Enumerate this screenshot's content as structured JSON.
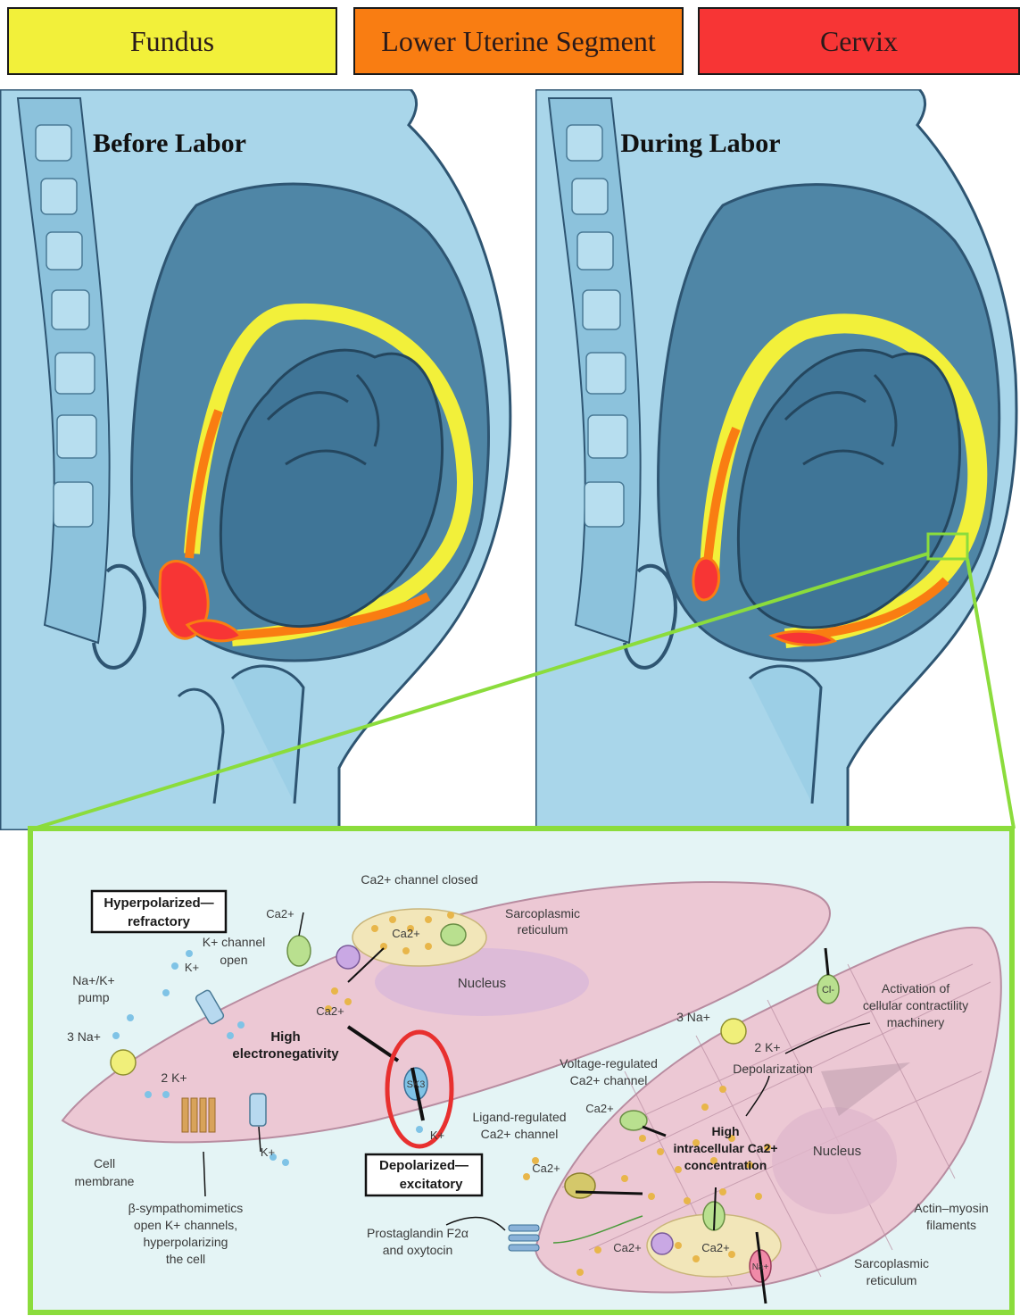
{
  "legend": {
    "fundus": "Fundus",
    "lower_uterine_segment": "Lower Uterine Segment",
    "cervix": "Cervix"
  },
  "colors": {
    "fundus": "#f2f03a",
    "lower_uterine_segment": "#f97d12",
    "cervix": "#f73535",
    "zoom_frame": "#8bdc3c",
    "sk3_highlight": "#e8302f"
  },
  "panels": {
    "before": "Before Labor",
    "during": "During Labor"
  },
  "inset": {
    "ca_channel_closed": "Ca2+ channel closed",
    "hyperpolarized_1": "Hyperpolarized—",
    "hyperpolarized_2": "refractory",
    "ca_top": "Ca2+",
    "ca_sr": "Ca2+",
    "sarcoplasmic_1": "Sarcoplasmic",
    "sarcoplasmic_2": "reticulum",
    "k_channel_1": "K+ channel",
    "k_channel_2": "open",
    "k_plus_1": "K+",
    "nak_pump_1": "Na+/K+",
    "nak_pump_2": "pump",
    "three_na_left": "3 Na+",
    "two_k_left": "2 K+",
    "high_electro_1": "High",
    "high_electro_2": "electronegativity",
    "nucleus_left": "Nucleus",
    "ca_mid": "Ca2+",
    "sk3": "SK3",
    "k_sk3": "K+",
    "k_plus_2": "K+",
    "cell_membrane_1": "Cell",
    "cell_membrane_2": "membrane",
    "beta_1": "β-sympathomimetics",
    "beta_2": "open K+ channels,",
    "beta_3": "hyperpolarizing",
    "beta_4": "the cell",
    "depolarized_1": "Depolarized—",
    "depolarized_2": "excitatory",
    "voltage_1": "Voltage-regulated",
    "voltage_2": "Ca2+ channel",
    "ligand_1": "Ligand-regulated",
    "ligand_2": "Ca2+ channel",
    "ca_right_1": "Ca2+",
    "ca_right_2": "Ca2+",
    "ca_right_3": "Ca2+",
    "ca_right_4": "Ca2+",
    "prostaglandin_1": "Prostaglandin F2α",
    "prostaglandin_2": "and oxytocin",
    "three_na_right": "3 Na+",
    "two_k_right": "2 K+",
    "cl": "Cl-",
    "activation_1": "Activation of",
    "activation_2": "cellular contractility",
    "activation_3": "machinery",
    "depolarization": "Depolarization",
    "high_ca_1": "High",
    "high_ca_2": "intracellular Ca2+",
    "high_ca_3": "concentration",
    "nucleus_right": "Nucleus",
    "actin_1": "Actin–myosin",
    "actin_2": "filaments",
    "sarco_r_1": "Sarcoplasmic",
    "sarco_r_2": "reticulum",
    "na_plus": "Na+"
  }
}
